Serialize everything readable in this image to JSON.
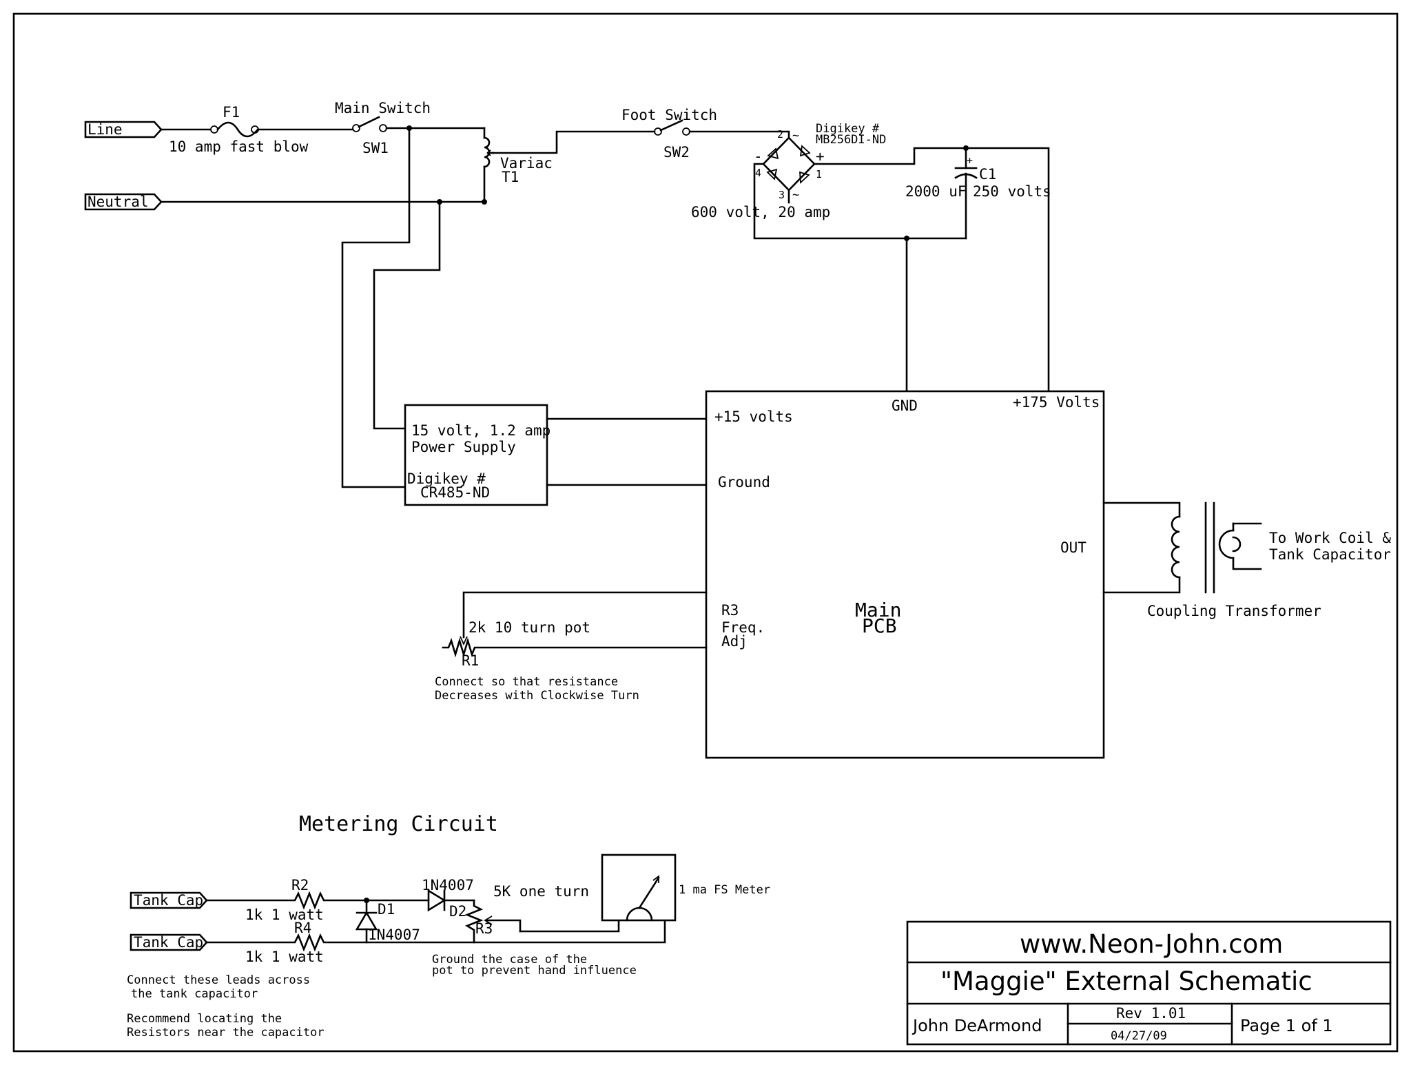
{
  "ports": {
    "line": "Line",
    "neutral": "Neutral",
    "tank_cap_1": "Tank Cap",
    "tank_cap_2": "Tank Cap"
  },
  "components": {
    "f1_ref": "F1",
    "f1_value": "10 amp fast blow",
    "sw1_title": "Main Switch",
    "sw1_ref": "SW1",
    "t1_name": "Variac",
    "t1_ref": "T1",
    "sw2_title": "Foot Switch",
    "sw2_ref": "SW2",
    "bridge_part_line1": "Digikey #",
    "bridge_part_line2": "MB256DI-ND",
    "bridge_rating": "600 volt, 20 amp",
    "bridge_pin2": "2",
    "bridge_pin1": "1",
    "bridge_pin3": "3",
    "bridge_pin4": "4",
    "bridge_plus": "+",
    "bridge_minus": "-",
    "bridge_tilde": "~",
    "c1_ref": "C1",
    "c1_cap": "2000 uF",
    "c1_volt": "250 volts",
    "c1_plus": "+",
    "r1_value": "2k 10 turn pot",
    "r1_ref": "R1",
    "r1_note1": "Connect so that resistance",
    "r1_note2": "Decreases with Clockwise Turn",
    "xfmr_name": "Coupling Transformer",
    "xfmr_dest1": "To Work Coil &",
    "xfmr_dest2": "Tank Capacitor"
  },
  "power_supply": {
    "line1": "15 volt, 1.2 amp",
    "line2": "Power Supply",
    "line3": "Digikey #",
    "line4": "CR485-ND"
  },
  "main_pcb": {
    "title1": "Main",
    "title2": "PCB",
    "pin_15v": "+15 volts",
    "pin_ground": "Ground",
    "pin_r3_1": "R3",
    "pin_r3_2": "Freq.",
    "pin_r3_3": "Adj",
    "pin_gnd": "GND",
    "pin_175v": "+175 Volts",
    "pin_out": "OUT"
  },
  "metering": {
    "title": "Metering Circuit",
    "r2_ref": "R2",
    "r2_value": "1k 1 watt",
    "r4_ref": "R4",
    "r4_value": "1k 1 watt",
    "d1_ref": "D1",
    "d1_part": "1N4007",
    "d2_ref": "D2",
    "d2_part": "1N4007",
    "r3_value": "5K one turn",
    "r3_ref": "R3",
    "meter_label": "1 ma FS Meter",
    "note_ground1": "Ground the case of the",
    "note_ground2": "pot to prevent hand influence",
    "note_leads1": "Connect these leads across",
    "note_leads2": "the tank capacitor",
    "note_loc1": "Recommend locating the",
    "note_loc2": "Resistors near the capacitor"
  },
  "title_block": {
    "website": "www.Neon-John.com",
    "title": "\"Maggie\" External Schematic",
    "author": "John DeArmond",
    "rev": "Rev 1.01",
    "date": "04/27/09",
    "page": "Page 1 of 1"
  }
}
